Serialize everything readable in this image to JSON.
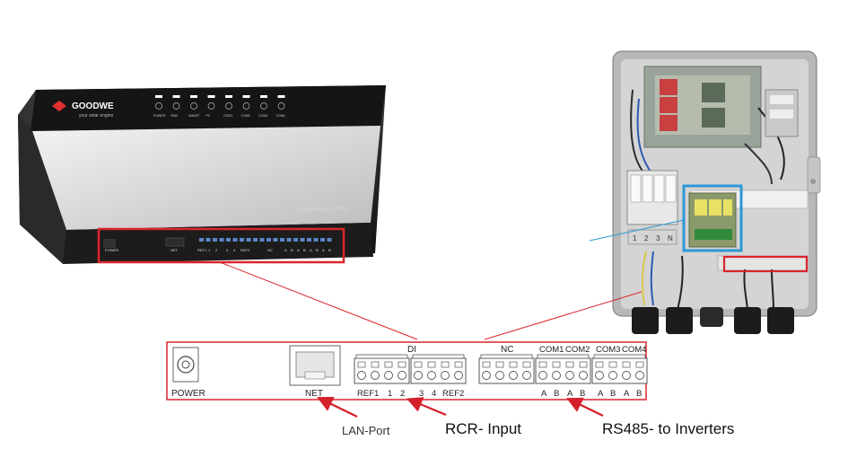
{
  "device": {
    "brand": "GOODWE",
    "tagline": "your solar engine",
    "model": "EzManager Pro",
    "indicator_labels": [
      "POWER",
      "RUN",
      "SMART",
      "PC",
      "COM1",
      "COM2",
      "COM3",
      "COM4"
    ],
    "side_labels": [
      "POWER",
      "NET",
      "REF1",
      "1",
      "2",
      "3",
      "4",
      "REF2",
      "NC",
      "A",
      "B",
      "A",
      "B",
      "A",
      "B",
      "A",
      "B"
    ]
  },
  "cabinet": {
    "breaker_labels": [
      "1",
      "2",
      "3",
      "N"
    ]
  },
  "panel": {
    "power_label": "POWER",
    "net_label": "NET",
    "di_label": "DI",
    "nc_label": "NC",
    "com_labels": [
      "COM1",
      "COM2",
      "COM3",
      "COM4"
    ],
    "di_pin_labels": [
      "REF1",
      "1",
      "2",
      "3",
      "4",
      "REF2"
    ],
    "com_pin_labels": [
      "A",
      "B",
      "A",
      "B",
      "A",
      "B",
      "A",
      "B"
    ]
  },
  "callouts": {
    "lan": "LAN-Port",
    "rcr": "RCR- Input",
    "rs485": "RS485- to Inverters"
  },
  "colors": {
    "highlight_red": "#d9262b",
    "highlight_blue": "#2c98d4",
    "arrow_red": "#d3202a"
  }
}
